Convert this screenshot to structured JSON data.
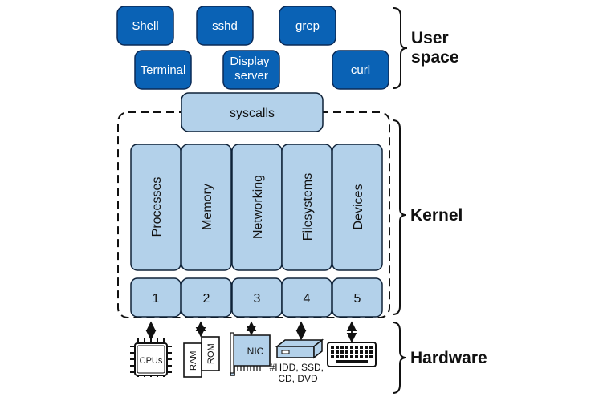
{
  "user_space": {
    "apps": [
      "Shell",
      "sshd",
      "grep",
      "Terminal",
      "Display server",
      "curl"
    ],
    "label": "User space"
  },
  "kernel": {
    "syscalls": "syscalls",
    "subsystems": [
      {
        "name": "Processes",
        "num": "1"
      },
      {
        "name": "Memory",
        "num": "2"
      },
      {
        "name": "Networking",
        "num": "3"
      },
      {
        "name": "Filesystems",
        "num": "4"
      },
      {
        "name": "Devices",
        "num": "5"
      }
    ],
    "label": "Kernel"
  },
  "hardware": {
    "label": "Hardware",
    "cpu_label": "CPUs",
    "ram_label": "RAM",
    "rom_label": "ROM",
    "nic_label": "NIC",
    "storage_label": "#HDD, SSD, CD, DVD"
  },
  "colors": {
    "app_fill": "#0a62b5",
    "app_stroke": "#0a2a57",
    "kernel_fill": "#b3d1ea",
    "kernel_stroke": "#0f2238"
  }
}
